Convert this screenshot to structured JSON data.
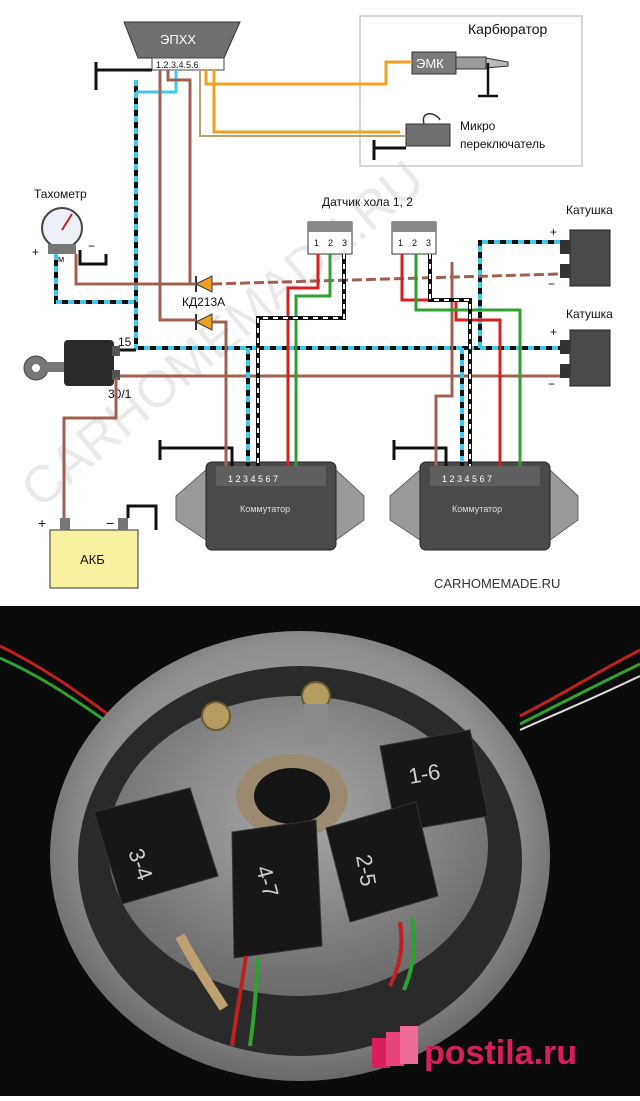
{
  "colors": {
    "accent_orange": "#f0a020",
    "wire_cyan": "#40c8e8",
    "wire_brown": "#a06050",
    "wire_red": "#d82020",
    "wire_green": "#30a030",
    "battery_yellow": "#f8f2a0",
    "postila_pink": "#d81e5b"
  },
  "diagram": {
    "epxx": "ЭПХХ",
    "epxx_pins": "1.2.3.4.5.6",
    "carb_title": "Карбюратор",
    "emk": "ЭМК",
    "micro_line1": "Микро",
    "micro_line2": "переключатель",
    "tach_title": "Тахометр",
    "tach_m": "м",
    "plus": "+",
    "minus": "−",
    "hall": "Датчик хола 1, 2",
    "hall_pin1": "1",
    "hall_pin2": "2",
    "hall_pin3": "3",
    "coil": "Катушка",
    "diode": "КД213А",
    "ign_15": "15",
    "ign_30": "30/1",
    "battery": "АКБ",
    "commutator": "Коммутатор",
    "commutator_pins": "1 2 3 4 5 6 7",
    "footer": "CARHOMEMADE.RU",
    "watermark": "CARHOMEMADE.RU"
  },
  "photo": {
    "module_1": "1-6",
    "module_2": "3-4",
    "module_3": "4-7",
    "module_4": "2-5",
    "brand": "postila.ru",
    "brand_icon": "postila-stack-icon"
  }
}
